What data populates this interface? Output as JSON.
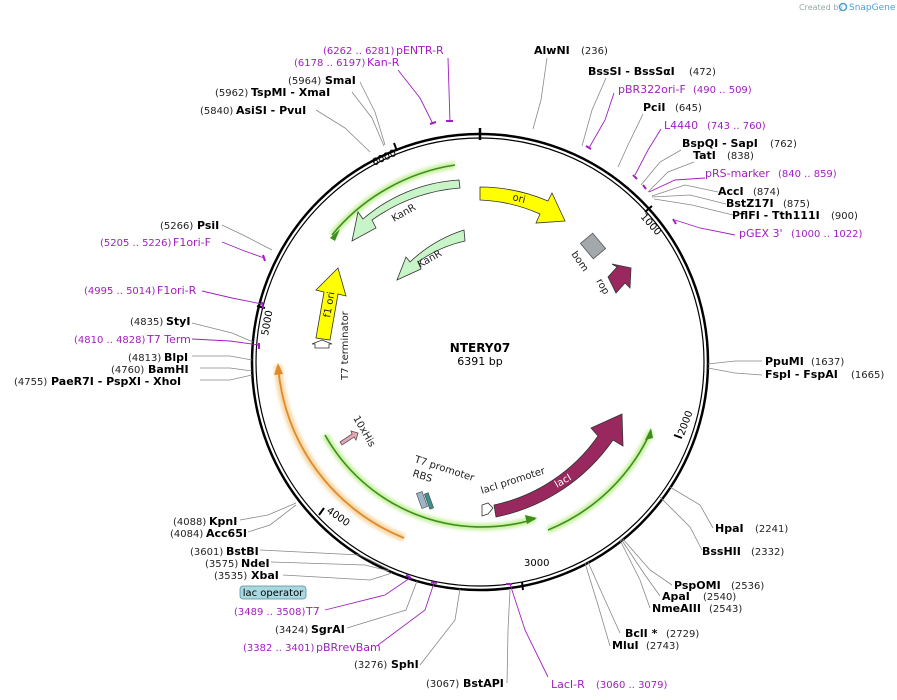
{
  "credit": {
    "created_by": "Created by",
    "brand": "SnapGene"
  },
  "plasmid": {
    "name": "NTERY07",
    "size_label": "6391 bp"
  },
  "ticks": [
    "1000",
    "2000",
    "3000",
    "4000",
    "5000",
    "6000"
  ],
  "colors": {
    "ori": "#ffff00",
    "kanr": "#c8f5c8",
    "laci": "#99285e",
    "rop": "#99285e",
    "orf": "#3b8f1a",
    "orf_glow": "#c8f0a0",
    "orange_orf": "#e08a2a",
    "bom": "#a3a8ad",
    "primer": "#a020c0",
    "lac_operator": "#a8d8e0"
  },
  "features": {
    "ori_label": "ori",
    "kanr_outer_label": "KanR",
    "kanr_inner_label": "KanR",
    "f1ori_label": "f1 ori",
    "t7_terminator_label": "T7 terminator",
    "bom_label": "bom",
    "rop_label": "rop",
    "his_label": "10xHis",
    "t7_promoter_label": "T7 promoter",
    "rbs_label": "RBS",
    "laci_promoter_label": "lacI promoter",
    "laci_label": "lacI",
    "lac_operator_label": "lac operator"
  },
  "sites": [
    {
      "name": "AlwNI",
      "pos": "(236)"
    },
    {
      "name": "BssSI - BssSαI",
      "pos": "(472)"
    },
    {
      "name": "PciI",
      "pos": "(645)"
    },
    {
      "name": "BspQI - SapI",
      "pos": "(762)"
    },
    {
      "name": "TatI",
      "pos": "(838)"
    },
    {
      "name": "AccI",
      "pos": "(874)"
    },
    {
      "name": "BstZ17I",
      "pos": "(875)"
    },
    {
      "name": "PflFI - Tth111I",
      "pos": "(900)"
    },
    {
      "name": "PpuMI",
      "pos": "(1637)"
    },
    {
      "name": "FspI - FspAI",
      "pos": "(1665)"
    },
    {
      "name": "HpaI",
      "pos": "(2241)"
    },
    {
      "name": "BssHII",
      "pos": "(2332)"
    },
    {
      "name": "PspOMI",
      "pos": "(2536)"
    },
    {
      "name": "ApaI",
      "pos": "(2540)"
    },
    {
      "name": "NmeAIII",
      "pos": "(2543)"
    },
    {
      "name": "BclI *",
      "pos": "(2729)"
    },
    {
      "name": "MluI",
      "pos": "(2743)"
    },
    {
      "name": "BstAPI",
      "pos": "(3067)"
    },
    {
      "name": "SphI",
      "pos": "(3276)"
    },
    {
      "name": "SgrAI",
      "pos": "(3424)"
    },
    {
      "name": "XbaI",
      "pos": "(3535)"
    },
    {
      "name": "NdeI",
      "pos": "(3575)"
    },
    {
      "name": "BstBI",
      "pos": "(3601)"
    },
    {
      "name": "Acc65I",
      "pos": "(4084)"
    },
    {
      "name": "KpnI",
      "pos": "(4088)"
    },
    {
      "name": "PaeR7I - PspXI - XhoI",
      "pos": "(4755)"
    },
    {
      "name": "BamHI",
      "pos": "(4760)"
    },
    {
      "name": "BlpI",
      "pos": "(4813)"
    },
    {
      "name": "StyI",
      "pos": "(4835)"
    },
    {
      "name": "PsiI",
      "pos": "(5266)"
    },
    {
      "name": "AsiSI - PvuI",
      "pos": "(5840)"
    },
    {
      "name": "TspMI - XmaI",
      "pos": "(5962)"
    },
    {
      "name": "SmaI",
      "pos": "(5964)"
    }
  ],
  "primers": [
    {
      "name": "pENTR-R",
      "pos": "(6262 .. 6281)"
    },
    {
      "name": "Kan-R",
      "pos": "(6178 .. 6197)"
    },
    {
      "name": "pBR322ori-F",
      "pos": "(490 .. 509)"
    },
    {
      "name": "L4440",
      "pos": "(743 .. 760)"
    },
    {
      "name": "pRS-marker",
      "pos": "(840 .. 859)"
    },
    {
      "name": "pGEX 3'",
      "pos": "(1000 .. 1022)"
    },
    {
      "name": "F1ori-F",
      "pos": "(5205 .. 5226)"
    },
    {
      "name": "F1ori-R",
      "pos": "(4995 .. 5014)"
    },
    {
      "name": "T7 Term",
      "pos": "(4810 .. 4828)"
    },
    {
      "name": "T7",
      "pos": "(3489 .. 3508)"
    },
    {
      "name": "pBRrevBam",
      "pos": "(3382 .. 3401)"
    },
    {
      "name": "LacI-R",
      "pos": "(3060 .. 3079)"
    }
  ]
}
